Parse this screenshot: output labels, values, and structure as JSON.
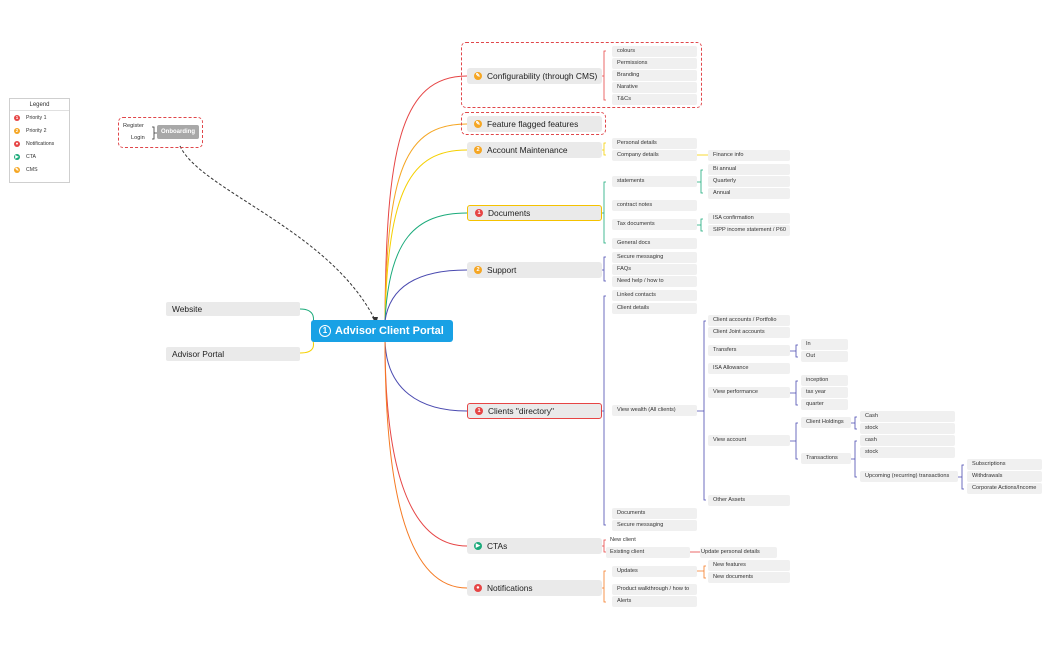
{
  "colors": {
    "priority1": "#e64545",
    "priority2": "#f5a623",
    "notifications": "#e64545",
    "cta": "#1aaa7a",
    "cms": "#f5a623",
    "root": "#19a1e5"
  },
  "legend": {
    "title": "Legend",
    "items": [
      {
        "label": "Priority 1",
        "icon": "priority-1-icon"
      },
      {
        "label": "Priority 2",
        "icon": "priority-2-icon"
      },
      {
        "label": "Notifications",
        "icon": "notifications-icon"
      },
      {
        "label": "CTA",
        "icon": "cta-icon"
      },
      {
        "label": "CMS",
        "icon": "cms-icon"
      }
    ]
  },
  "onboarding": {
    "label": "Onboarding",
    "register": "Register",
    "login": "Login"
  },
  "root": {
    "label": "Advisor Client Portal",
    "icon": "1"
  },
  "left": {
    "website": "Website",
    "advisor_portal": "Advisor Portal"
  },
  "configurability": {
    "label": "Configurability (through CMS)",
    "items": [
      "colours",
      "Permissions",
      "Branding",
      "Narative",
      "T&Cs"
    ]
  },
  "feature_flagged": {
    "label": "Feature flagged features"
  },
  "account_maintenance": {
    "label": "Account Maintenance",
    "personal": "Personal details",
    "company": "Company details",
    "finance": "Finance info"
  },
  "documents": {
    "label": "Documents",
    "statements": "statements",
    "statement_items": [
      "Bi annual",
      "Quarterly",
      "Annual"
    ],
    "contract_notes": "contract notes",
    "tax_documents": "Tax documents",
    "tax_items": [
      "ISA confirmation",
      "SIPP income statement / P60"
    ],
    "general": "General docs"
  },
  "support": {
    "label": "Support",
    "items": [
      "Secure messaging",
      "FAQs",
      "Need help / how to"
    ]
  },
  "clients": {
    "label": "Clients \"directory\"",
    "linked_contacts": "Linked contacts",
    "client_details": "Client details",
    "view_wealth": "View wealth (All clients)",
    "accounts": "Client accounts / Portfolio",
    "joint": "Client Joint accounts",
    "transfers": "Transfers",
    "transfer_items": [
      "In",
      "Out"
    ],
    "isa": "ISA Allowance",
    "performance": "View performance",
    "performance_items": [
      "inception",
      "tax year",
      "quarter"
    ],
    "view_account": "View account",
    "holdings": "Client Holdings",
    "holdings_items": [
      "Cash",
      "stock"
    ],
    "transactions": "Transactions",
    "transaction_items": [
      "cash",
      "stock"
    ],
    "upcoming": "Upcoming (recurring) transactions",
    "upcoming_items": [
      "Subscriptions",
      "Withdrawals",
      "Corporate Actions/Income"
    ],
    "other_assets": "Other Assets",
    "documents": "Documents",
    "secure_messaging": "Secure messaging"
  },
  "ctas": {
    "label": "CTAs",
    "new_client": "New client",
    "existing_client": "Existing client",
    "update": "Update personal details"
  },
  "notifications": {
    "label": "Notifications",
    "updates": "Updates",
    "update_items": [
      "New features",
      "New documents"
    ],
    "walkthrough": "Product walkthrough / how to",
    "alerts": "Alerts"
  }
}
